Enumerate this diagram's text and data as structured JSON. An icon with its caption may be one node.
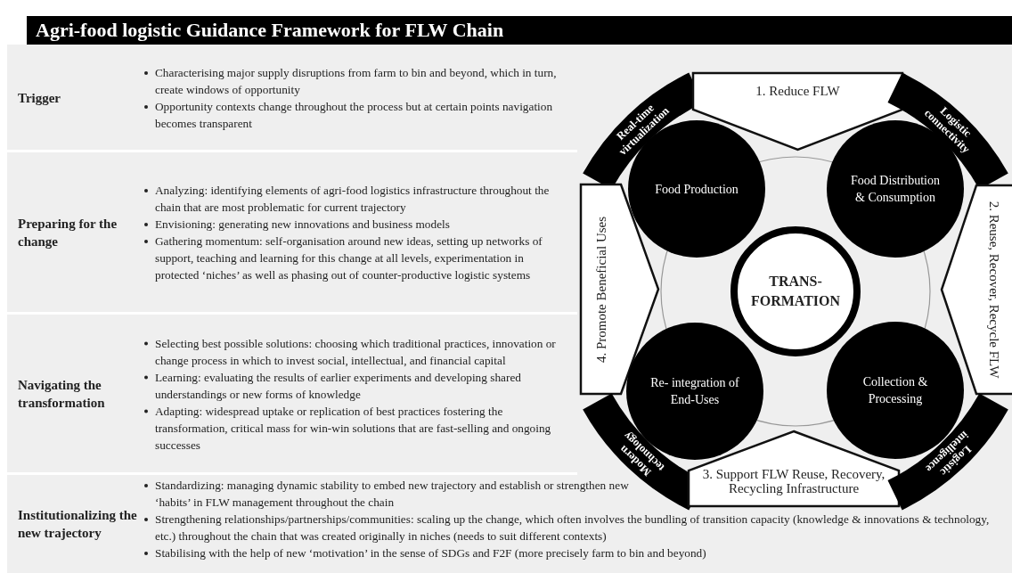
{
  "diagram": {
    "title": "Agri-food logistic Guidance Framework for FLW Chain",
    "nodes": [
      {
        "text": [
          "Trigger",
          "Characterising major supply disruptions from farm to bin and beyond, which in turn, create windows of opportunity",
          "Opportunity contexts change throughout the process but at certain points navigation becomes transparent"
        ]
      },
      {
        "text": [
          "Preparing for the change",
          "Analyzing: identifying elements of agri-food logistics infrastructure throughout the chain that are most problematic for current trajectory",
          "Envisioning: generating new innovations and business models",
          "Gathering momentum: self-organisation around new ideas, setting up networks of support, teaching and learning for this change at all levels, experimentation in protected ‘niches’ as well as phasing out of counter-productive logistic systems"
        ]
      },
      {
        "text": [
          "Navigating the transformation",
          "Selecting best possible solutions: choosing which traditional practices, innovation or change process in which to invest social, intellectual, and financial capital",
          "Learning: evaluating the results of earlier experiments and developing shared understandings or new forms of knowledge",
          "Adapting: widespread uptake or replication of best practices fostering the transformation, critical mass for win-win solutions that are fast-selling and ongoing successes"
        ]
      },
      {
        "text": [
          "Institutionalizing the new trajectory",
          "Standardizing: managing dynamic stability to embed new trajectory and establish or strengthen new ‘habits’ in FLW management throughout the chain",
          "Strengthening relationships/partnerships/communities: scaling up the change, which often involves the bundling of transition capacity (knowledge & innovations & technology, etc.) throughout the chain that was created originally in niches (needs to suit different contexts)",
          "Stabilising with the help of new ‘motivation’ in the sense of SDGs and F2F (more precisely farm to bin and beyond)"
        ]
      },
      {
        "text": [
          "Real-time virtualization"
        ]
      },
      {
        "text": [
          "1. Reduce FLW"
        ]
      },
      {
        "text": [
          "Logistic connectivity"
        ]
      },
      {
        "text": [
          "Food Production"
        ]
      },
      {
        "text": [
          "Food Distribution & Consumption"
        ]
      },
      {
        "text": [
          "4. Promote Beneficial Uses"
        ]
      },
      {
        "text": [
          "TRANS- FORMATION"
        ]
      },
      {
        "text": [
          "2. Reuse, Recover, Recycle FLW"
        ]
      },
      {
        "text": [
          "Re- integration of End-Uses"
        ]
      },
      {
        "text": [
          "Collection & Processing"
        ]
      },
      {
        "text": [
          "Modern technology"
        ]
      },
      {
        "text": [
          "3. Support FLW Reuse, Recovery, Recycling Infrastructure"
        ]
      },
      {
        "text": [
          "Logistic intelligence"
        ]
      }
    ]
  }
}
